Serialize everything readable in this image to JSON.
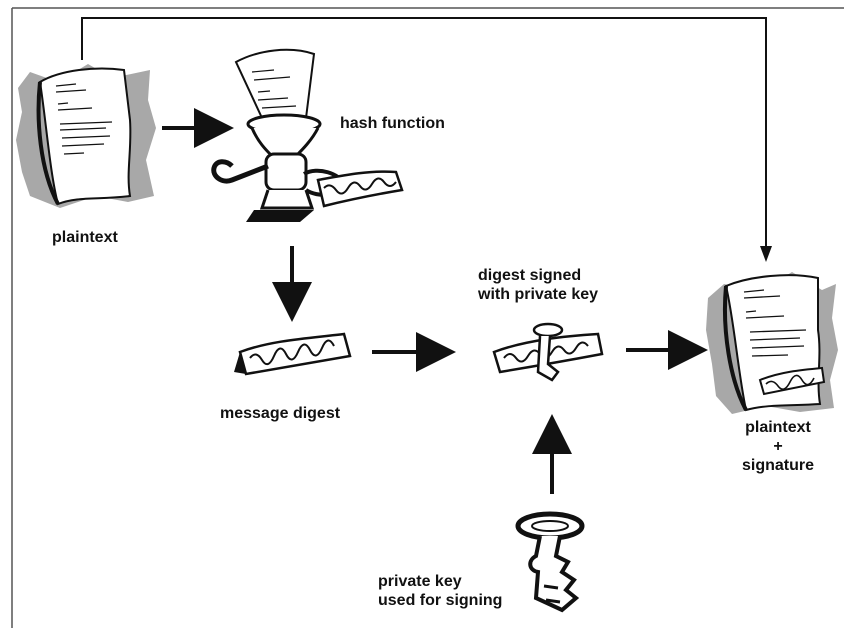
{
  "labels": {
    "plaintext": "plaintext",
    "hash_function": "hash function",
    "message_digest": "message digest",
    "digest_signed_line1": "digest signed",
    "digest_signed_line2": "with private key",
    "output_line1": "plaintext",
    "output_line2": "+",
    "output_line3": "signature",
    "private_key_line1": "private key",
    "private_key_line2": "used for signing"
  },
  "colors": {
    "ink": "#111111",
    "shadow_grey": "#a8a8a8",
    "border": "#555555"
  }
}
